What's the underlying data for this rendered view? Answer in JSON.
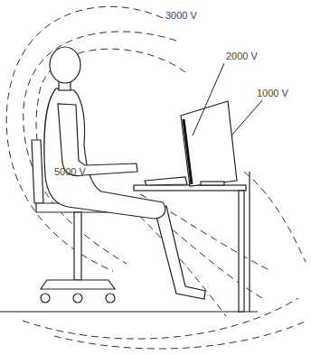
{
  "diagram": {
    "labels": [
      "3000 V",
      "2000 V",
      "1000 V",
      "5000 V"
    ]
  }
}
